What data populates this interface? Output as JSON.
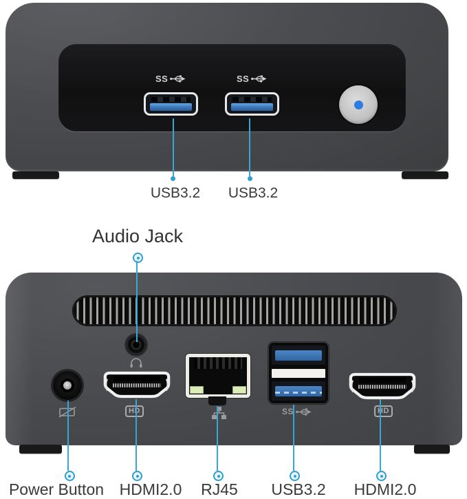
{
  "front_view": {
    "usb_icon_text": "SS",
    "ports": [
      {
        "name": "usb-a-1",
        "label": "USB3.2"
      },
      {
        "name": "usb-a-2",
        "label": "USB3.2"
      }
    ]
  },
  "rear_view": {
    "audio_jack_label": "Audio Jack",
    "usb_icon_text": "SS",
    "hd_badge_text": "HD",
    "ports": [
      {
        "name": "dc-power",
        "label": "Power Button"
      },
      {
        "name": "hdmi-left",
        "label": "HDMI2.0"
      },
      {
        "name": "ethernet",
        "label": "RJ45"
      },
      {
        "name": "usb-stack",
        "label": "USB3.2"
      },
      {
        "name": "hdmi-right",
        "label": "HDMI2.0"
      }
    ]
  },
  "colors": {
    "callout_accent": "#35a7d8",
    "usb_blue": "#3a76ba",
    "label_text": "#3a3a3a",
    "power_led_blue": "#2b7de1"
  }
}
